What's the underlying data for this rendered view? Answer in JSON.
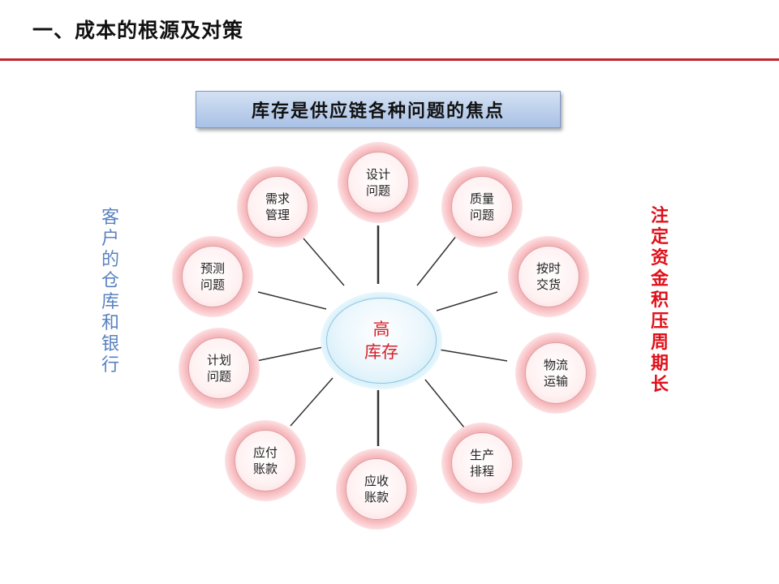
{
  "header": {
    "title": "一、成本的根源及对策"
  },
  "banner": {
    "text": "库存是供应链各种问题的焦点"
  },
  "side_left": {
    "text": "客户的仓库和银行",
    "color": "#5a82c0"
  },
  "side_right": {
    "text": "注定资金积压周期长",
    "color": "#e0101a"
  },
  "center": {
    "text": "高\n库存",
    "color": "#d6202a"
  },
  "nodes": [
    {
      "id": "design",
      "text": "设计\n问题"
    },
    {
      "id": "quality",
      "text": "质量\n问题"
    },
    {
      "id": "on-time-delivery",
      "text": "按时\n交货"
    },
    {
      "id": "logistics",
      "text": "物流\n运输"
    },
    {
      "id": "production-scheduling",
      "text": "生产\n排程"
    },
    {
      "id": "receivables",
      "text": "应收\n账款"
    },
    {
      "id": "payables",
      "text": "应付\n账款"
    },
    {
      "id": "planning",
      "text": "计划\n问题"
    },
    {
      "id": "forecast",
      "text": "预测\n问题"
    },
    {
      "id": "demand-management",
      "text": "需求\n管理"
    }
  ],
  "colors": {
    "title_rule": "#c0272d",
    "node_glow": "#f79aa0",
    "center_glow": "#9fdaf5",
    "spoke": "#333333"
  }
}
